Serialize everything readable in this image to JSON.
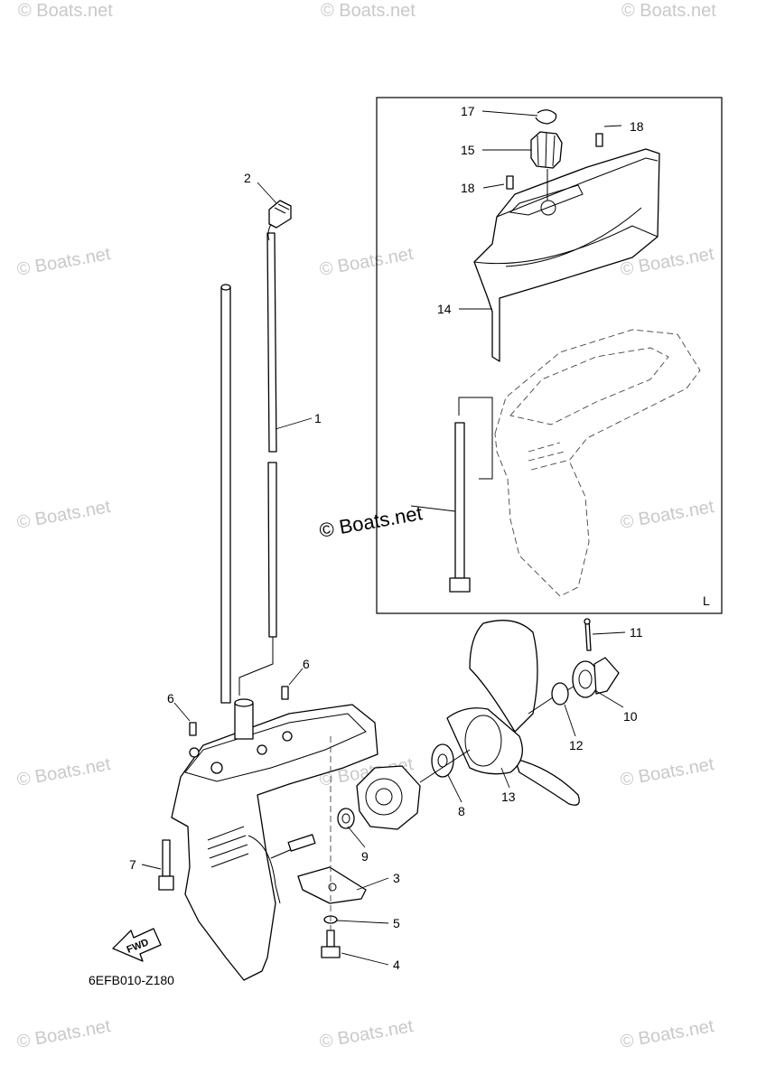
{
  "watermark": "© Boats.net",
  "center_watermark": "© Boats.net",
  "diagram_code": "6EFB010-Z180",
  "inset_label": "L",
  "fwd_label": "FWD",
  "callouts": {
    "p1": "1",
    "p2": "2",
    "p3": "3",
    "p4": "4",
    "p5": "5",
    "p6a": "6",
    "p6b": "6",
    "p7": "7",
    "p8": "8",
    "p9": "9",
    "p10": "10",
    "p11": "11",
    "p12": "12",
    "p13": "13",
    "p14": "14",
    "p15": "15",
    "p17": "17",
    "p18a": "18",
    "p18b": "18"
  }
}
